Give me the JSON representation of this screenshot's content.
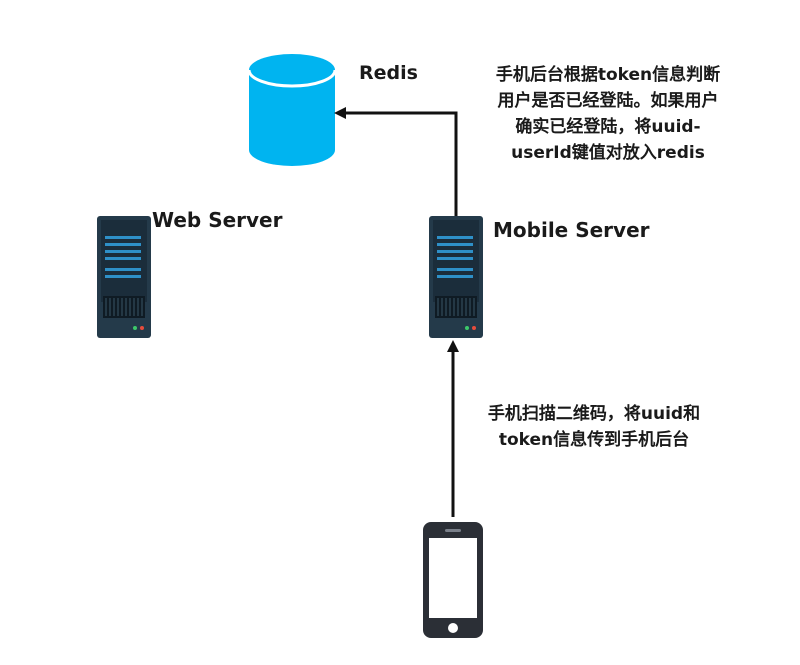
{
  "nodes": {
    "redis": {
      "label": "Redis"
    },
    "web_server": {
      "label": "Web Server"
    },
    "mobile_server": {
      "label": "Mobile Server"
    },
    "phone": {
      "label": ""
    }
  },
  "notes": {
    "top": {
      "lines": [
        "手机后台根据token信息判断",
        "用户是否已经登陆。如果用户",
        "确实已经登陆，将uuid-",
        "userId键值对放入redis"
      ]
    },
    "bottom": {
      "lines": [
        "手机扫描二维码，将uuid和",
        "token信息传到手机后台"
      ]
    }
  },
  "colors": {
    "redis_fill": "#00b4f0",
    "server_body": "#243a4a",
    "server_bar": "#2e90c8",
    "arrow": "#111111",
    "phone_body": "#2b2f36"
  },
  "icons": {
    "redis": "database-cylinder-icon",
    "server": "server-rack-icon",
    "phone": "smartphone-icon"
  }
}
